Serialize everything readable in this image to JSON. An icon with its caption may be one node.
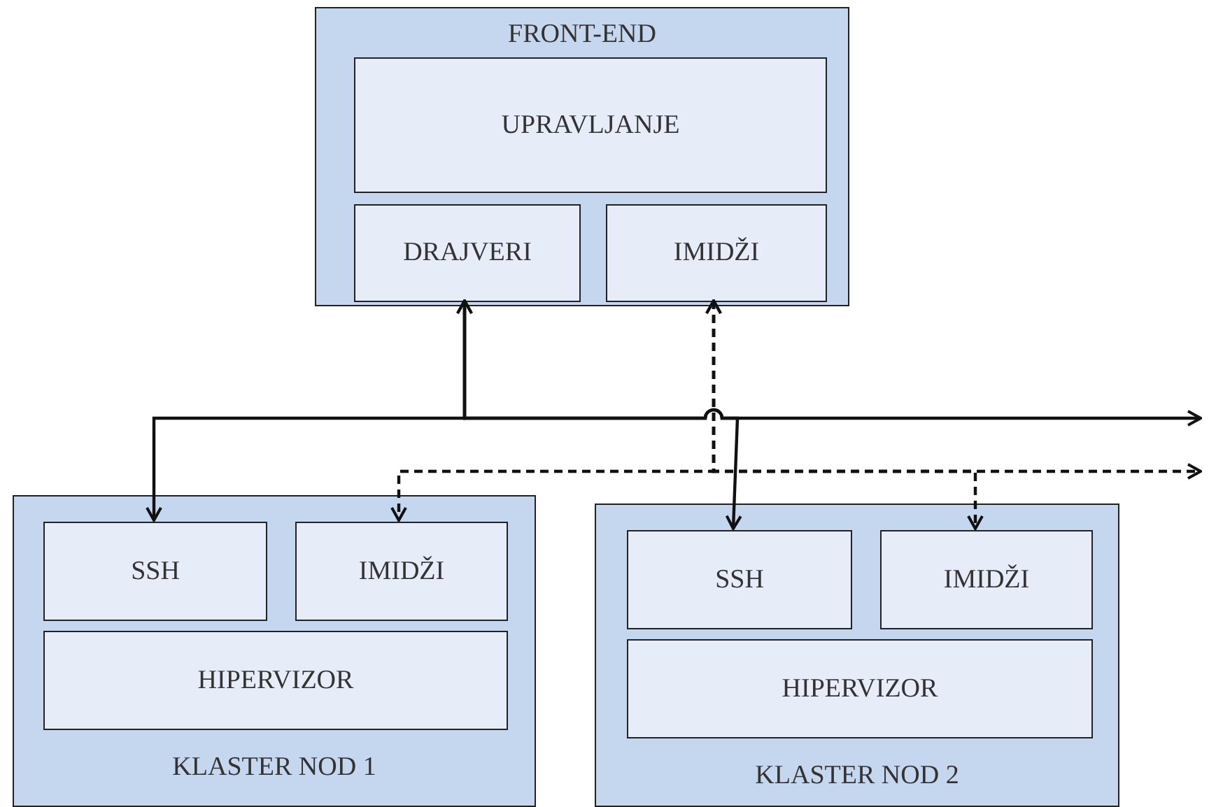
{
  "diagram": {
    "nodes": [
      {
        "text": [
          "FRONT-END"
        ]
      },
      {
        "text": [
          "UPRAVLJANJE"
        ],
        "in": 0
      },
      {
        "text": [
          "DRAJVERI"
        ],
        "in": 0
      },
      {
        "text": [
          "IMIDŽI"
        ],
        "in": 0
      },
      {
        "text": [
          "KLASTER NOD 1"
        ]
      },
      {
        "text": [
          "SSH"
        ],
        "in": 4
      },
      {
        "text": [
          "IMIDŽI"
        ],
        "in": 4
      },
      {
        "text": [
          "HIPERVIZOR"
        ],
        "in": 4
      },
      {
        "text": [
          "KLASTER NOD 2"
        ]
      },
      {
        "text": [
          "SSH"
        ],
        "in": 8
      },
      {
        "text": [
          "IMIDŽI"
        ],
        "in": 8
      },
      {
        "text": [
          "HIPERVIZOR"
        ],
        "in": 8
      }
    ],
    "edges": [
      {
        "from": 2,
        "to": 5,
        "arrow": "both"
      },
      {
        "from": 2,
        "to": 9,
        "arrow": "both"
      },
      {
        "from": 2,
        "to": null,
        "arrow": "to"
      },
      {
        "from": 3,
        "to": 6,
        "arrow": "both",
        "style": "dashed"
      },
      {
        "from": 3,
        "to": 10,
        "arrow": "both",
        "style": "dashed"
      },
      {
        "from": 3,
        "to": null,
        "arrow": "to",
        "style": "dashed"
      }
    ]
  }
}
